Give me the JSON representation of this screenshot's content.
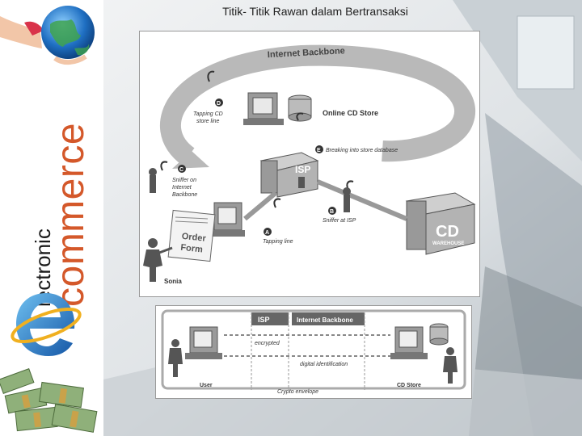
{
  "slide": {
    "title": "Titik- Titik Rawan dalam Bertransaksi",
    "brand_small": "lectronic",
    "brand_big": "commerce"
  },
  "top_diagram": {
    "backbone_label": "Internet Backbone",
    "online_store_label": "Online CD Store",
    "isp_label": "ISP",
    "warehouse_cd": "CD",
    "warehouse_label": "WAREHOUSE",
    "order_form_line1": "Order",
    "order_form_line2": "Form",
    "customer_label": "Sonia",
    "points": [
      {
        "letter": "D",
        "line1": "Tapping CD",
        "line2": "store line"
      },
      {
        "letter": "E",
        "line1": "Breaking into store database",
        "line2": ""
      },
      {
        "letter": "C",
        "line1": "Sniffer on",
        "line2": "Internet"
      },
      {
        "letter": "B",
        "line1": "Sniffer at ISP",
        "line2": ""
      },
      {
        "letter": "A",
        "line1": "Tapping line",
        "line2": ""
      }
    ],
    "point_c_line3": "Backbone"
  },
  "bottom_diagram": {
    "isp_label": "ISP",
    "backbone_label": "Internet Backbone",
    "encrypted_label": "encrypted",
    "digital_id_label": "digital identification",
    "envelope_label": "Crypto envelope",
    "user_label": "User",
    "store_label": "CD Store"
  }
}
